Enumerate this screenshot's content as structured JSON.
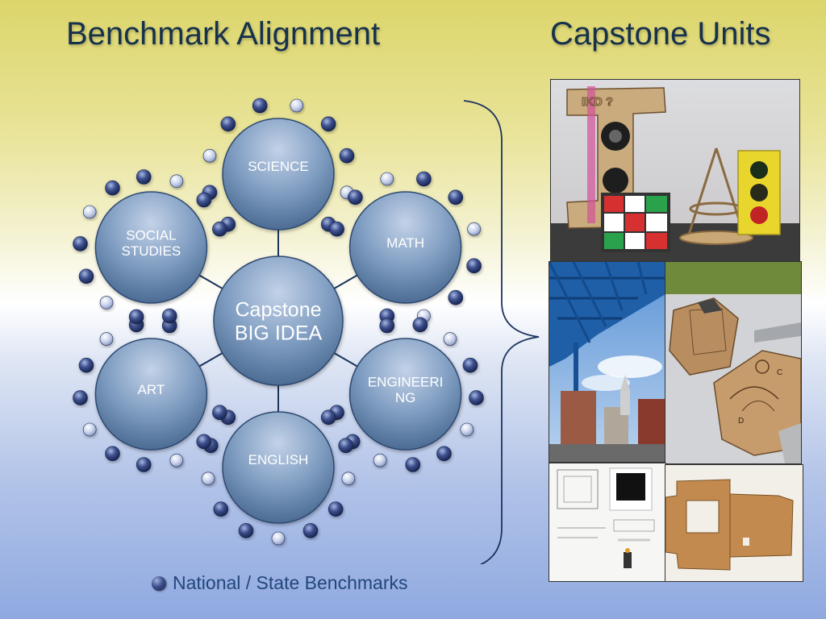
{
  "headings": {
    "left": "Benchmark Alignment",
    "right": "Capstone Units"
  },
  "diagram": {
    "center": [
      "Capstone",
      "BIG IDEA"
    ],
    "nodes": [
      {
        "key": "science",
        "lines": [
          "SCIENCE"
        ]
      },
      {
        "key": "math",
        "lines": [
          "MATH"
        ]
      },
      {
        "key": "engineering",
        "lines": [
          "ENGINEERI",
          "NG"
        ]
      },
      {
        "key": "english",
        "lines": [
          "ENGLISH"
        ]
      },
      {
        "key": "art",
        "lines": [
          "ART"
        ]
      },
      {
        "key": "social-studies",
        "lines": [
          "SOCIAL",
          "STUDIES"
        ]
      }
    ]
  },
  "legend": {
    "label": "National / State Benchmarks"
  },
  "photos": {
    "top_sign_text": "IKD ?"
  },
  "colors": {
    "title": "#16314c",
    "bubble_fill": "#6d8bb0",
    "benchmark_dot": "#2e3f78",
    "legend_text": "#23467c"
  }
}
